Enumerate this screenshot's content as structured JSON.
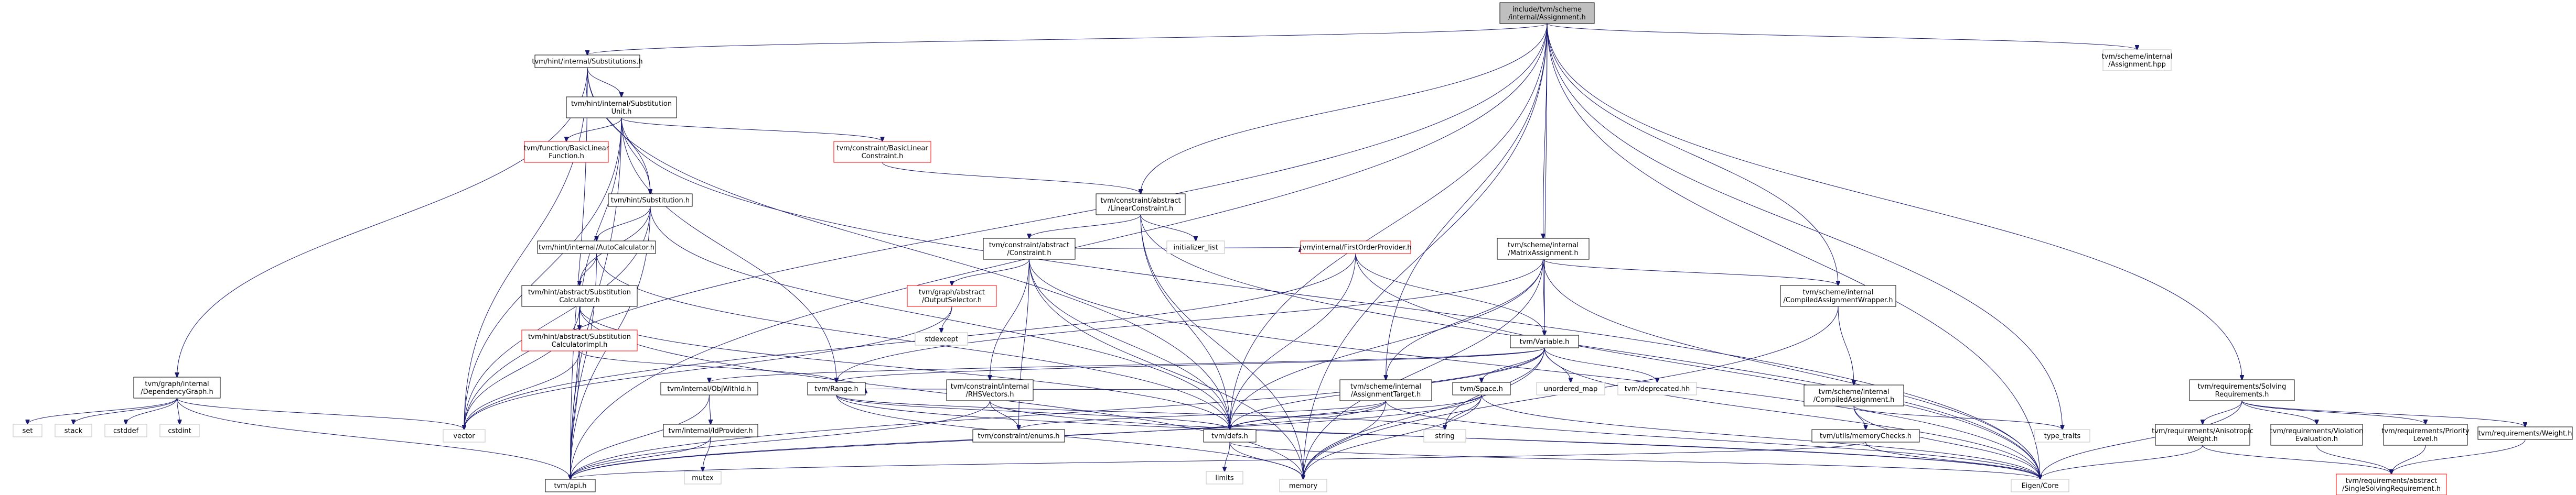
{
  "colors": {
    "root_fill": "#bfbfbf",
    "root_stroke": "#000000",
    "node_stroke": "#000000",
    "missing_stroke": "#bfbfbf",
    "incomplete_stroke": "#ff0000",
    "edge": "#191970",
    "text": "#000000",
    "missing_text": "#888888"
  },
  "nodes": [
    {
      "id": "root",
      "lines": [
        "include/tvm/scheme",
        "/internal/Assignment.h"
      ],
      "kind": "root"
    },
    {
      "id": "substitutions",
      "lines": [
        "tvm/hint/internal/Substitutions.h"
      ],
      "kind": "normal"
    },
    {
      "id": "assignment_hpp",
      "lines": [
        "tvm/scheme/internal",
        "/Assignment.hpp"
      ],
      "kind": "missing"
    },
    {
      "id": "substitution_unit",
      "lines": [
        "tvm/hint/internal/Substitution",
        "Unit.h"
      ],
      "kind": "normal"
    },
    {
      "id": "basic_linear_function",
      "lines": [
        "tvm/function/BasicLinear",
        "Function.h"
      ],
      "kind": "incomplete"
    },
    {
      "id": "basic_linear_constraint",
      "lines": [
        "tvm/constraint/BasicLinear",
        "Constraint.h"
      ],
      "kind": "incomplete"
    },
    {
      "id": "linear_constraint",
      "lines": [
        "tvm/constraint/abstract",
        "/LinearConstraint.h"
      ],
      "kind": "normal"
    },
    {
      "id": "substitution",
      "lines": [
        "tvm/hint/Substitution.h"
      ],
      "kind": "normal"
    },
    {
      "id": "initializer_list",
      "lines": [
        "initializer_list"
      ],
      "kind": "missing"
    },
    {
      "id": "constraint",
      "lines": [
        "tvm/constraint/abstract",
        "/Constraint.h"
      ],
      "kind": "normal"
    },
    {
      "id": "auto_calculator",
      "lines": [
        "tvm/hint/internal/AutoCalculator.h"
      ],
      "kind": "normal"
    },
    {
      "id": "first_order_provider",
      "lines": [
        "tvm/internal/FirstOrderProvider.h"
      ],
      "kind": "incomplete"
    },
    {
      "id": "matrix_assignment",
      "lines": [
        "tvm/scheme/internal",
        "/MatrixAssignment.h"
      ],
      "kind": "normal"
    },
    {
      "id": "output_selector",
      "lines": [
        "tvm/graph/abstract",
        "/OutputSelector.h"
      ],
      "kind": "incomplete"
    },
    {
      "id": "substitution_calculator",
      "lines": [
        "tvm/hint/abstract/Substitution",
        "Calculator.h"
      ],
      "kind": "normal"
    },
    {
      "id": "substitution_calculator_impl",
      "lines": [
        "tvm/hint/abstract/Substitution",
        "CalculatorImpl.h"
      ],
      "kind": "incomplete"
    },
    {
      "id": "stdexcept",
      "lines": [
        "stdexcept"
      ],
      "kind": "missing"
    },
    {
      "id": "variable",
      "lines": [
        "tvm/Variable.h"
      ],
      "kind": "normal"
    },
    {
      "id": "compiled_assignment_wrapper",
      "lines": [
        "tvm/scheme/internal",
        "/CompiledAssignmentWrapper.h"
      ],
      "kind": "normal"
    },
    {
      "id": "dependency_graph",
      "lines": [
        "tvm/graph/internal",
        "/DependencyGraph.h"
      ],
      "kind": "normal"
    },
    {
      "id": "obj_with_id",
      "lines": [
        "tvm/internal/ObjWithId.h"
      ],
      "kind": "normal"
    },
    {
      "id": "range",
      "lines": [
        "tvm/Range.h"
      ],
      "kind": "normal"
    },
    {
      "id": "rhs_vectors",
      "lines": [
        "tvm/constraint/internal",
        "/RHSVectors.h"
      ],
      "kind": "normal"
    },
    {
      "id": "assignment_target",
      "lines": [
        "tvm/scheme/internal",
        "/AssignmentTarget.h"
      ],
      "kind": "normal"
    },
    {
      "id": "space",
      "lines": [
        "tvm/Space.h"
      ],
      "kind": "normal"
    },
    {
      "id": "unordered_map",
      "lines": [
        "unordered_map"
      ],
      "kind": "missing"
    },
    {
      "id": "deprecated",
      "lines": [
        "tvm/deprecated.hh"
      ],
      "kind": "missing"
    },
    {
      "id": "compiled_assignment",
      "lines": [
        "tvm/scheme/internal",
        "/CompiledAssignment.h"
      ],
      "kind": "normal"
    },
    {
      "id": "solving_requirements",
      "lines": [
        "tvm/requirements/Solving",
        "Requirements.h"
      ],
      "kind": "normal"
    },
    {
      "id": "set",
      "lines": [
        "set"
      ],
      "kind": "missing"
    },
    {
      "id": "stack",
      "lines": [
        "stack"
      ],
      "kind": "missing"
    },
    {
      "id": "cstddef",
      "lines": [
        "cstddef"
      ],
      "kind": "missing"
    },
    {
      "id": "cstdint",
      "lines": [
        "cstdint"
      ],
      "kind": "missing"
    },
    {
      "id": "vector",
      "lines": [
        "vector"
      ],
      "kind": "missing"
    },
    {
      "id": "id_provider",
      "lines": [
        "tvm/internal/IdProvider.h"
      ],
      "kind": "normal"
    },
    {
      "id": "enums",
      "lines": [
        "tvm/constraint/enums.h"
      ],
      "kind": "normal"
    },
    {
      "id": "defs",
      "lines": [
        "tvm/defs.h"
      ],
      "kind": "normal"
    },
    {
      "id": "string",
      "lines": [
        "string"
      ],
      "kind": "missing"
    },
    {
      "id": "memory_checks",
      "lines": [
        "tvm/utils/memoryChecks.h"
      ],
      "kind": "normal"
    },
    {
      "id": "type_traits",
      "lines": [
        "type_traits"
      ],
      "kind": "missing"
    },
    {
      "id": "anisotropic_weight",
      "lines": [
        "tvm/requirements/Anisotropic",
        "Weight.h"
      ],
      "kind": "normal"
    },
    {
      "id": "violation_evaluation",
      "lines": [
        "tvm/requirements/Violation",
        "Evaluation.h"
      ],
      "kind": "normal"
    },
    {
      "id": "priority_level",
      "lines": [
        "tvm/requirements/Priority",
        "Level.h"
      ],
      "kind": "normal"
    },
    {
      "id": "weight",
      "lines": [
        "tvm/requirements/Weight.h"
      ],
      "kind": "normal"
    },
    {
      "id": "api",
      "lines": [
        "tvm/api.h"
      ],
      "kind": "normal"
    },
    {
      "id": "mutex",
      "lines": [
        "mutex"
      ],
      "kind": "missing"
    },
    {
      "id": "limits",
      "lines": [
        "limits"
      ],
      "kind": "missing"
    },
    {
      "id": "memory",
      "lines": [
        "memory"
      ],
      "kind": "missing"
    },
    {
      "id": "eigen_core",
      "lines": [
        "Eigen/Core"
      ],
      "kind": "missing"
    },
    {
      "id": "single_solving_requirement",
      "lines": [
        "tvm/requirements/abstract",
        "/SingleSolvingRequirement.h"
      ],
      "kind": "incomplete"
    }
  ],
  "edges": [
    [
      "root",
      "substitutions"
    ],
    [
      "root",
      "assignment_hpp"
    ],
    [
      "root",
      "linear_constraint"
    ],
    [
      "root",
      "matrix_assignment"
    ],
    [
      "root",
      "variable"
    ],
    [
      "root",
      "compiled_assignment_wrapper"
    ],
    [
      "root",
      "solving_requirements"
    ],
    [
      "root",
      "assignment_target"
    ],
    [
      "root",
      "vector"
    ],
    [
      "root",
      "api"
    ],
    [
      "root",
      "defs"
    ],
    [
      "root",
      "memory"
    ],
    [
      "root",
      "eigen_core"
    ],
    [
      "root",
      "type_traits"
    ],
    [
      "substitutions",
      "substitution_unit"
    ],
    [
      "substitutions",
      "substitution"
    ],
    [
      "substitutions",
      "dependency_graph"
    ],
    [
      "substitutions",
      "vector"
    ],
    [
      "substitutions",
      "api"
    ],
    [
      "substitutions",
      "defs"
    ],
    [
      "substitution_unit",
      "basic_linear_function"
    ],
    [
      "substitution_unit",
      "basic_linear_constraint"
    ],
    [
      "substitution_unit",
      "substitution"
    ],
    [
      "substitution_unit",
      "substitution_calculator_impl"
    ],
    [
      "substitution_unit",
      "range"
    ],
    [
      "substitution_unit",
      "vector"
    ],
    [
      "substitution_unit",
      "api"
    ],
    [
      "substitution_unit",
      "eigen_core"
    ],
    [
      "basic_linear_constraint",
      "linear_constraint"
    ],
    [
      "linear_constraint",
      "constraint"
    ],
    [
      "linear_constraint",
      "initializer_list"
    ],
    [
      "linear_constraint",
      "defs"
    ],
    [
      "linear_constraint",
      "eigen_core"
    ],
    [
      "linear_constraint",
      "memory"
    ],
    [
      "substitution",
      "auto_calculator"
    ],
    [
      "substitution",
      "substitution_calculator"
    ],
    [
      "substitution",
      "vector"
    ],
    [
      "substitution",
      "api"
    ],
    [
      "substitution",
      "defs"
    ],
    [
      "constraint",
      "output_selector"
    ],
    [
      "constraint",
      "first_order_provider"
    ],
    [
      "constraint",
      "rhs_vectors"
    ],
    [
      "constraint",
      "enums"
    ],
    [
      "constraint",
      "defs"
    ],
    [
      "constraint",
      "memory"
    ],
    [
      "constraint",
      "eigen_core"
    ],
    [
      "auto_calculator",
      "substitution_calculator"
    ],
    [
      "auto_calculator",
      "api"
    ],
    [
      "auto_calculator",
      "defs"
    ],
    [
      "first_order_provider",
      "variable"
    ],
    [
      "first_order_provider",
      "defs"
    ],
    [
      "first_order_provider",
      "vector"
    ],
    [
      "first_order_provider",
      "eigen_core"
    ],
    [
      "matrix_assignment",
      "variable"
    ],
    [
      "matrix_assignment",
      "assignment_target"
    ],
    [
      "matrix_assignment",
      "compiled_assignment_wrapper"
    ],
    [
      "matrix_assignment",
      "defs"
    ],
    [
      "matrix_assignment",
      "range"
    ],
    [
      "matrix_assignment",
      "memory"
    ],
    [
      "matrix_assignment",
      "eigen_core"
    ],
    [
      "output_selector",
      "stdexcept"
    ],
    [
      "output_selector",
      "vector"
    ],
    [
      "substitution_calculator",
      "substitution_calculator_impl"
    ],
    [
      "substitution_calculator",
      "vector"
    ],
    [
      "substitution_calculator",
      "api"
    ],
    [
      "substitution_calculator",
      "defs"
    ],
    [
      "substitution_calculator",
      "memory"
    ],
    [
      "substitution_calculator_impl",
      "vector"
    ],
    [
      "substitution_calculator_impl",
      "api"
    ],
    [
      "substitution_calculator_impl",
      "range"
    ],
    [
      "variable",
      "obj_with_id"
    ],
    [
      "variable",
      "range"
    ],
    [
      "variable",
      "space"
    ],
    [
      "variable",
      "unordered_map"
    ],
    [
      "variable",
      "deprecated"
    ],
    [
      "variable",
      "string"
    ],
    [
      "variable",
      "defs"
    ],
    [
      "variable",
      "memory"
    ],
    [
      "variable",
      "eigen_core"
    ],
    [
      "variable",
      "api"
    ],
    [
      "compiled_assignment_wrapper",
      "compiled_assignment"
    ],
    [
      "compiled_assignment_wrapper",
      "memory"
    ],
    [
      "dependency_graph",
      "set"
    ],
    [
      "dependency_graph",
      "stack"
    ],
    [
      "dependency_graph",
      "cstddef"
    ],
    [
      "dependency_graph",
      "cstdint"
    ],
    [
      "dependency_graph",
      "vector"
    ],
    [
      "dependency_graph",
      "api"
    ],
    [
      "obj_with_id",
      "id_provider"
    ],
    [
      "obj_with_id",
      "api"
    ],
    [
      "range",
      "defs"
    ],
    [
      "range",
      "string"
    ],
    [
      "range",
      "memory"
    ],
    [
      "range",
      "eigen_core"
    ],
    [
      "rhs_vectors",
      "enums"
    ],
    [
      "rhs_vectors",
      "api"
    ],
    [
      "rhs_vectors",
      "eigen_core"
    ],
    [
      "assignment_target",
      "enums"
    ],
    [
      "assignment_target",
      "range"
    ],
    [
      "assignment_target",
      "defs"
    ],
    [
      "assignment_target",
      "memory"
    ],
    [
      "assignment_target",
      "eigen_core"
    ],
    [
      "assignment_target",
      "api"
    ],
    [
      "space",
      "defs"
    ],
    [
      "space",
      "string"
    ],
    [
      "space",
      "memory"
    ],
    [
      "space",
      "eigen_core"
    ],
    [
      "space",
      "api"
    ],
    [
      "compiled_assignment",
      "memory_checks"
    ],
    [
      "compiled_assignment",
      "type_traits"
    ],
    [
      "compiled_assignment",
      "eigen_core"
    ],
    [
      "solving_requirements",
      "anisotropic_weight"
    ],
    [
      "solving_requirements",
      "violation_evaluation"
    ],
    [
      "solving_requirements",
      "priority_level"
    ],
    [
      "solving_requirements",
      "weight"
    ],
    [
      "solving_requirements",
      "eigen_core"
    ],
    [
      "id_provider",
      "mutex"
    ],
    [
      "id_provider",
      "api"
    ],
    [
      "defs",
      "limits"
    ],
    [
      "defs",
      "memory"
    ],
    [
      "defs",
      "eigen_core"
    ],
    [
      "memory_checks",
      "eigen_core"
    ],
    [
      "memory_checks",
      "api"
    ],
    [
      "anisotropic_weight",
      "single_solving_requirement"
    ],
    [
      "anisotropic_weight",
      "eigen_core"
    ],
    [
      "violation_evaluation",
      "single_solving_requirement"
    ],
    [
      "priority_level",
      "single_solving_requirement"
    ],
    [
      "weight",
      "single_solving_requirement"
    ]
  ]
}
